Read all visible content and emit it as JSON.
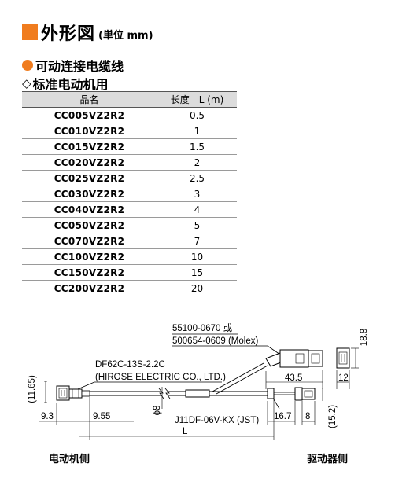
{
  "header": {
    "title": "外形図",
    "unit": "(単位 mm)"
  },
  "section": {
    "cable": "可动连接电缆线",
    "standard": "标准电动机用"
  },
  "table": {
    "headers": [
      "品名",
      "长度　L (m)"
    ],
    "rows": [
      [
        "CC005VZ2R2",
        "0.5"
      ],
      [
        "CC010VZ2R2",
        "1"
      ],
      [
        "CC015VZ2R2",
        "1.5"
      ],
      [
        "CC020VZ2R2",
        "2"
      ],
      [
        "CC025VZ2R2",
        "2.5"
      ],
      [
        "CC030VZ2R2",
        "3"
      ],
      [
        "CC040VZ2R2",
        "4"
      ],
      [
        "CC050VZ2R2",
        "5"
      ],
      [
        "CC070VZ2R2",
        "7"
      ],
      [
        "CC100VZ2R2",
        "10"
      ],
      [
        "CC150VZ2R2",
        "15"
      ],
      [
        "CC200VZ2R2",
        "20"
      ]
    ]
  },
  "drawing": {
    "conn_drive_1": "55100-0670 或",
    "conn_drive_2": "500654-0609 (Molex)",
    "conn_motor_1": "DF62C-13S-2.2C",
    "conn_motor_2": "(HIROSE ELECTRIC CO., LTD.)",
    "conn_jst": "J11DF-06V-KX (JST)",
    "dim_11_65": "(11.65)",
    "dim_9_3": "9.3",
    "dim_9_55": "9.55",
    "dim_phi8": "ϕ8",
    "dim_L": "L",
    "dim_43_5": "43.5",
    "dim_12": "12",
    "dim_18_8": "18.8",
    "dim_16_7": "16.7",
    "dim_8": "8",
    "dim_15_2": "(15.2)"
  },
  "footer": {
    "motor_side": "电动机侧",
    "drive_side": "驱动器侧"
  },
  "colors": {
    "accent": "#f07c1e",
    "header_bg": "#dcdcdc"
  }
}
